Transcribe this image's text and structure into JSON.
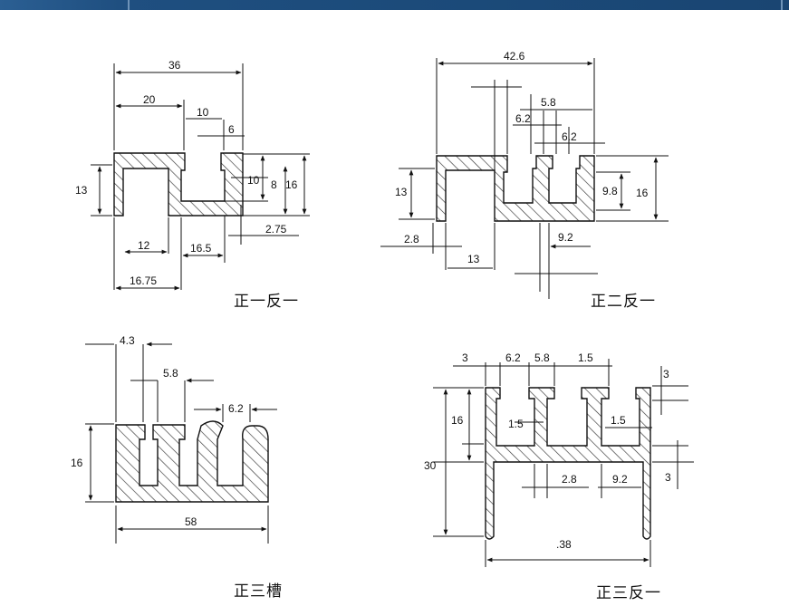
{
  "colors": {
    "line": "#111111",
    "hatch": "#333333",
    "banner": "#1d4b7b"
  },
  "profiles": [
    {
      "caption": "正一反一",
      "dims": {
        "d1": "36",
        "d2": "20",
        "d3": "10",
        "d4": "6",
        "d5": "13",
        "d6": "10",
        "d7": "8",
        "d8": "16",
        "d9": "2.75",
        "d10": "12",
        "d11": "16.5",
        "d12": "16.75"
      }
    },
    {
      "caption": "正二反一",
      "dims": {
        "d1": "42.6",
        "d2": "5.8",
        "d3": "6.2",
        "d4": "6.2",
        "d5": "13",
        "d6": "9.8",
        "d7": "16",
        "d8": "2.8",
        "d9": "9.2",
        "d10": "13"
      }
    },
    {
      "caption": "正三槽",
      "dims": {
        "d1": "4.3",
        "d2": "5.8",
        "d3": "6.2",
        "d4": "16",
        "d5": "58"
      }
    },
    {
      "caption": "正三反一",
      "dims": {
        "d1": "3",
        "d2": "6.2",
        "d3": "5.8",
        "d4": "1.5",
        "d5": "3",
        "d6": "16",
        "d7": "1.5",
        "d8": "1.5",
        "d9": "30",
        "d10": "2.8",
        "d11": "9.2",
        "d12": "3",
        "d13": ".38"
      }
    }
  ]
}
